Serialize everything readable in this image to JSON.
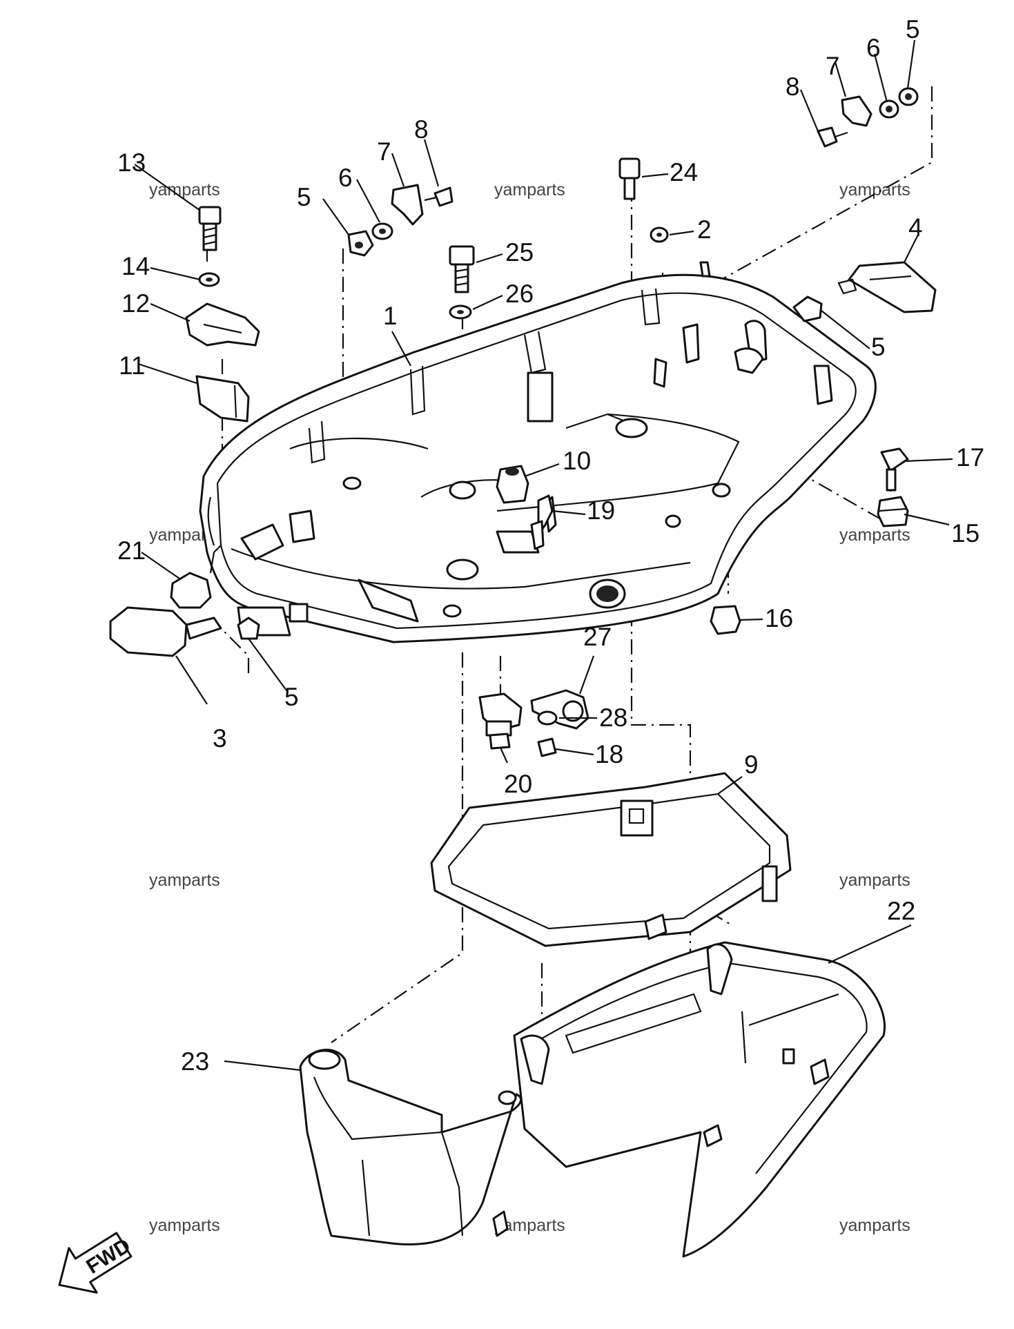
{
  "callouts": [
    {
      "id": "c-13",
      "text": "13"
    },
    {
      "id": "c-14",
      "text": "14"
    },
    {
      "id": "c-12",
      "text": "12"
    },
    {
      "id": "c-11",
      "text": "11"
    },
    {
      "id": "c-5a",
      "text": "5"
    },
    {
      "id": "c-6a",
      "text": "6"
    },
    {
      "id": "c-7a",
      "text": "7"
    },
    {
      "id": "c-8a",
      "text": "8"
    },
    {
      "id": "c-25",
      "text": "25"
    },
    {
      "id": "c-26",
      "text": "26"
    },
    {
      "id": "c-1",
      "text": "1"
    },
    {
      "id": "c-24",
      "text": "24"
    },
    {
      "id": "c-2",
      "text": "2"
    },
    {
      "id": "c-8b",
      "text": "8"
    },
    {
      "id": "c-7b",
      "text": "7"
    },
    {
      "id": "c-6b",
      "text": "6"
    },
    {
      "id": "c-5b",
      "text": "5"
    },
    {
      "id": "c-4",
      "text": "4"
    },
    {
      "id": "c-5c",
      "text": "5"
    },
    {
      "id": "c-17",
      "text": "17"
    },
    {
      "id": "c-15",
      "text": "15"
    },
    {
      "id": "c-10",
      "text": "10"
    },
    {
      "id": "c-19",
      "text": "19"
    },
    {
      "id": "c-21",
      "text": "21"
    },
    {
      "id": "c-16",
      "text": "16"
    },
    {
      "id": "c-27",
      "text": "27"
    },
    {
      "id": "c-28",
      "text": "28"
    },
    {
      "id": "c-18",
      "text": "18"
    },
    {
      "id": "c-20",
      "text": "20"
    },
    {
      "id": "c-3",
      "text": "3"
    },
    {
      "id": "c-5d",
      "text": "5"
    },
    {
      "id": "c-9",
      "text": "9"
    },
    {
      "id": "c-22",
      "text": "22"
    },
    {
      "id": "c-23",
      "text": "23"
    }
  ],
  "watermark": "yamparts",
  "fwd_label": "FWD"
}
